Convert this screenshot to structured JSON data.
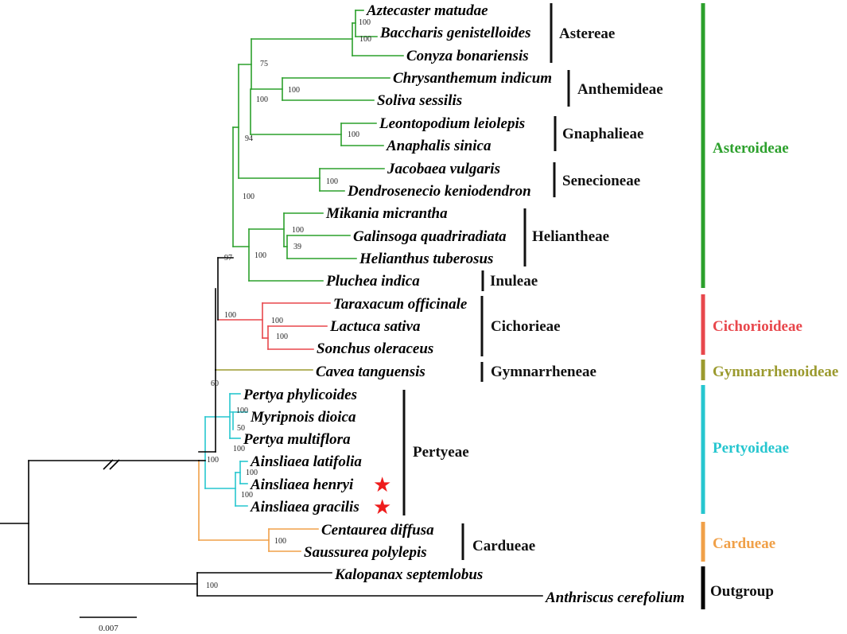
{
  "colors": {
    "asteroideae": "#2ca02c",
    "cichorioideae": "#e8474c",
    "gymnarrhenoideae": "#9b9a2e",
    "pertyoideae": "#26c6cf",
    "cardueae": "#f0a048",
    "outgroup": "#000000",
    "star": "#ee1c1c"
  },
  "taxa": [
    "Aztecaster matudae",
    "Baccharis genistelloides",
    "Conyza bonariensis",
    "Chrysanthemum indicum",
    "Soliva sessilis",
    "Leontopodium leiolepis",
    "Anaphalis sinica",
    "Jacobaea vulgaris",
    "Dendrosenecio keniodendron",
    "Mikania micrantha",
    "Galinsoga quadriradiata",
    "Helianthus tuberosus",
    "Pluchea indica",
    "Taraxacum officinale",
    "Lactuca sativa",
    "Sonchus oleraceus",
    "Cavea tanguensis",
    "Pertya phylicoides",
    "Myripnois dioica",
    "Pertya multiflora",
    "Ainsliaea latifolia",
    "Ainsliaea henryi",
    "Ainsliaea gracilis",
    "Centaurea diffusa",
    "Saussurea polylepis",
    "Kalopanax septemlobus",
    "Anthriscus cerefolium"
  ],
  "tribes": [
    "Astereae",
    "Anthemideae",
    "Gnaphalieae",
    "Senecioneae",
    "Heliantheae",
    "Inuleae",
    "Cichorieae",
    "Gymnarrheneae",
    "Pertyeae",
    "Cardueae",
    "Outgroup"
  ],
  "subfamilies": [
    "Asteroideae",
    "Cichorioideae",
    "Gymnarrhenoideae",
    "Pertyoideae",
    "Cardueae"
  ],
  "bootstrap": [
    "100",
    "100",
    "75",
    "100",
    "100",
    "100",
    "94",
    "100",
    "100",
    "100",
    "39",
    "100",
    "97",
    "100",
    "100",
    "100",
    "60",
    "100",
    "50",
    "100",
    "100",
    "100",
    "100",
    "100",
    "100"
  ],
  "scale": "0.007",
  "stars": [
    "★",
    "★"
  ]
}
